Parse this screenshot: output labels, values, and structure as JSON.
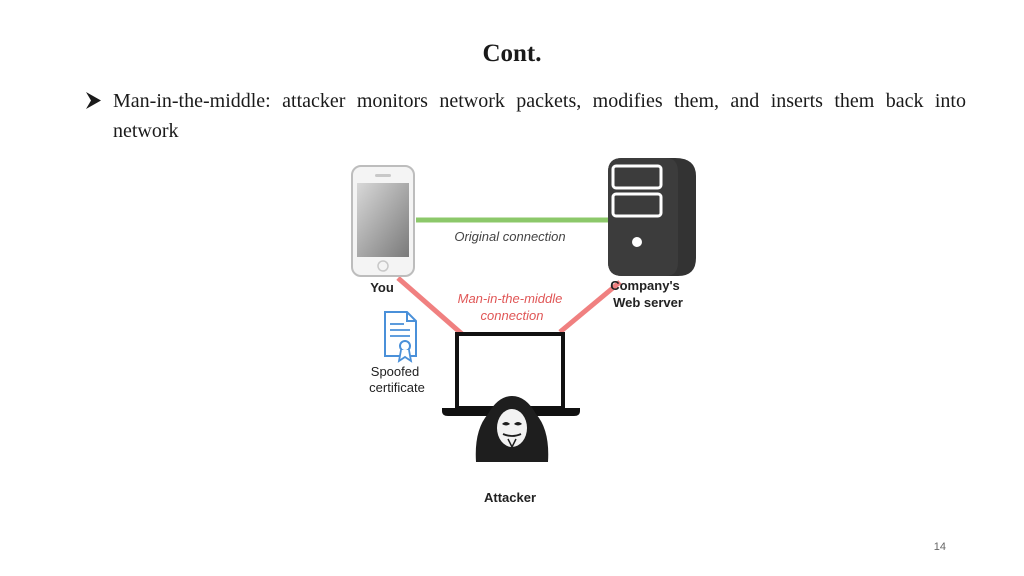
{
  "slide": {
    "title": "Cont.",
    "bullet": "Man-in-the-middle: attacker monitors network packets, modifies them, and inserts them back into network",
    "page_number": "14"
  },
  "diagram": {
    "you_label": "You",
    "server_label_line1": "Company's",
    "server_label_line2": "Web server",
    "original_connection_label": "Original connection",
    "mitm_label_line1": "Man-in-the-middle",
    "mitm_label_line2": "connection",
    "certificate_label_line1": "Spoofed",
    "certificate_label_line2": "certificate",
    "attacker_label": "Attacker"
  },
  "colors": {
    "original_connection": "#8cc86a",
    "mitm_connection": "#f08080",
    "mitm_text": "#e05656",
    "certificate": "#4a90d9",
    "server": "#333333"
  }
}
